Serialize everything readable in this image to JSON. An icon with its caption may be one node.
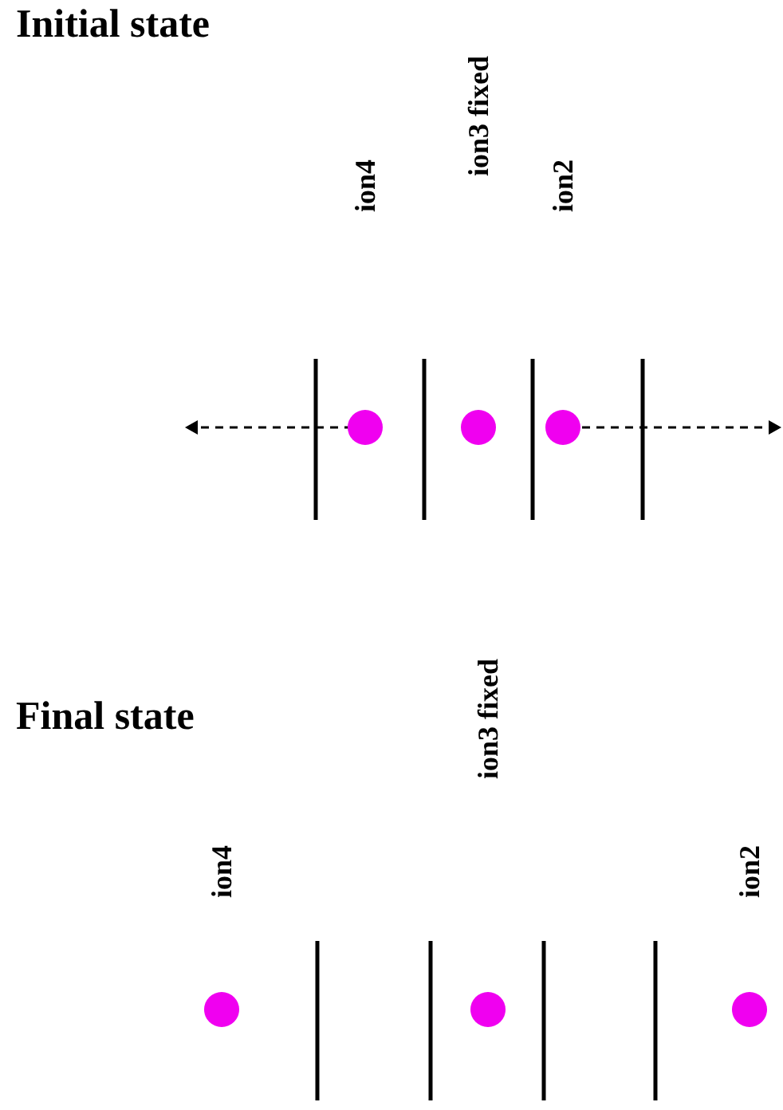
{
  "diagram": {
    "nodes": [
      {
        "text": [],
        "shape": "circle"
      },
      {
        "text": [],
        "shape": "circle"
      },
      {
        "text": [],
        "shape": "circle"
      },
      {
        "text": [],
        "shape": "circle"
      },
      {
        "text": [],
        "shape": "circle"
      },
      {
        "text": [],
        "shape": "circle"
      }
    ],
    "labels": [
      "Initial state",
      "ion4",
      "ion3 fixed",
      "ion2",
      "Final state",
      "ion4",
      "ion3 fixed",
      "ion2"
    ]
  }
}
